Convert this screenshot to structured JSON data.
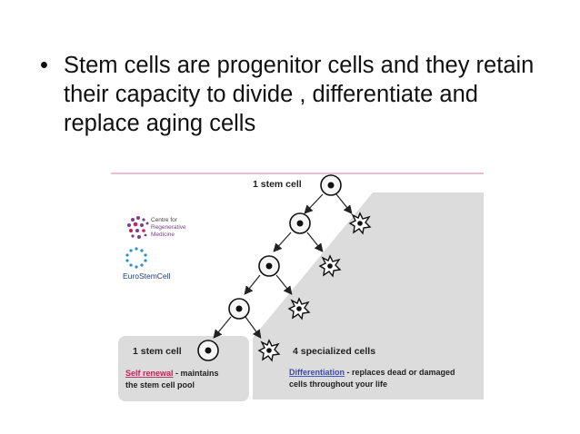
{
  "slide": {
    "bullet": "•",
    "text": "Stem cells are progenitor cells and they retain their capacity to divide , differentiate and replace aging cells"
  },
  "diagram": {
    "top_label": "1 stem cell",
    "logos": {
      "crm_line1": "Centre for",
      "crm_line2": "Regenerative",
      "crm_line3": "Medicine",
      "eurostemcell": "EuroStemCell"
    },
    "left_panel": {
      "label": "1 stem cell",
      "term": "Self renewal",
      "desc_line1": " - maintains",
      "desc_line2": "the stem cell pool"
    },
    "right_panel": {
      "label": "4 specialized cells",
      "term": "Differentiation",
      "desc_line1": " - replaces dead or damaged",
      "desc_line2": "cells throughout your life"
    },
    "colors": {
      "panel_gray": "#dcdcdc",
      "accent_pink": "#c8205a",
      "term_blue": "#3a4bb0"
    }
  }
}
